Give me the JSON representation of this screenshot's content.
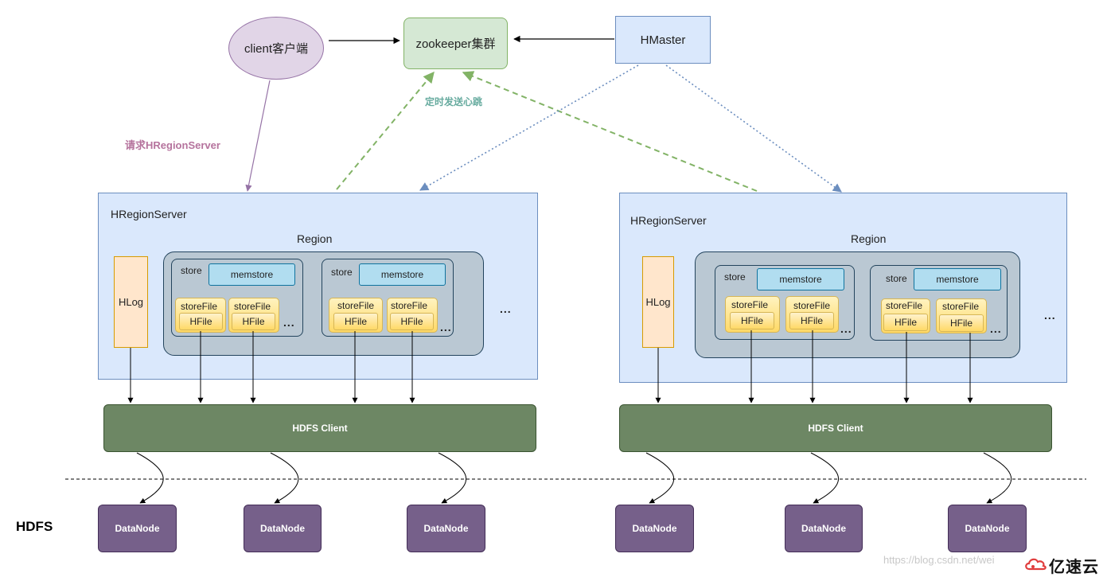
{
  "client": "client客户端",
  "zookeeper": "zookeeper集群",
  "hmaster": "HMaster",
  "labels": {
    "request": "请求HRegionServer",
    "heartbeat": "定时发送心跳",
    "hdfs": "HDFS"
  },
  "servers": [
    {
      "title": "HRegionServer",
      "region": "Region",
      "hlog": "HLog",
      "more": "...",
      "stores": [
        {
          "label": "store",
          "memstore": "memstore",
          "files": [
            {
              "name": "storeFile",
              "hfile": "HFile"
            },
            {
              "name": "storeFile",
              "hfile": "HFile"
            }
          ],
          "more": "..."
        },
        {
          "label": "store",
          "memstore": "memstore",
          "files": [
            {
              "name": "storeFile",
              "hfile": "HFile"
            },
            {
              "name": "storeFile",
              "hfile": "HFile"
            }
          ],
          "more": "..."
        }
      ],
      "hdfs_client": "HDFS Client"
    },
    {
      "title": "HRegionServer",
      "region": "Region",
      "hlog": "HLog",
      "more": "...",
      "stores": [
        {
          "label": "store",
          "memstore": "memstore",
          "files": [
            {
              "name": "storeFile",
              "hfile": "HFile"
            },
            {
              "name": "storeFile",
              "hfile": "HFile"
            }
          ],
          "more": "..."
        },
        {
          "label": "store",
          "memstore": "memstore",
          "files": [
            {
              "name": "storeFile",
              "hfile": "HFile"
            },
            {
              "name": "storeFile",
              "hfile": "HFile"
            }
          ],
          "more": "..."
        }
      ],
      "hdfs_client": "HDFS Client"
    }
  ],
  "datanodes": [
    "DataNode",
    "DataNode",
    "DataNode",
    "DataNode",
    "DataNode",
    "DataNode"
  ],
  "watermark": "https://blog.csdn.net/wei",
  "logo": {
    "text": "亿速云",
    "icon": "cloud-logo-icon"
  },
  "colors": {
    "client_fill": "#e1d5e7",
    "zk_fill": "#d5e8d4",
    "hmaster_fill": "#dae8fc",
    "region_fill": "#bac8d3",
    "memstore_fill": "#b1ddf0",
    "storefile_fill": "#ffd966",
    "hlog_fill": "#ffe6cc",
    "hdfs_client_fill": "#6d8764",
    "datanode_fill": "#76608a",
    "request_arrow": "#9673a6",
    "heartbeat_arrow": "#82b366",
    "hmaster_arrow": "#6c8ebf"
  }
}
